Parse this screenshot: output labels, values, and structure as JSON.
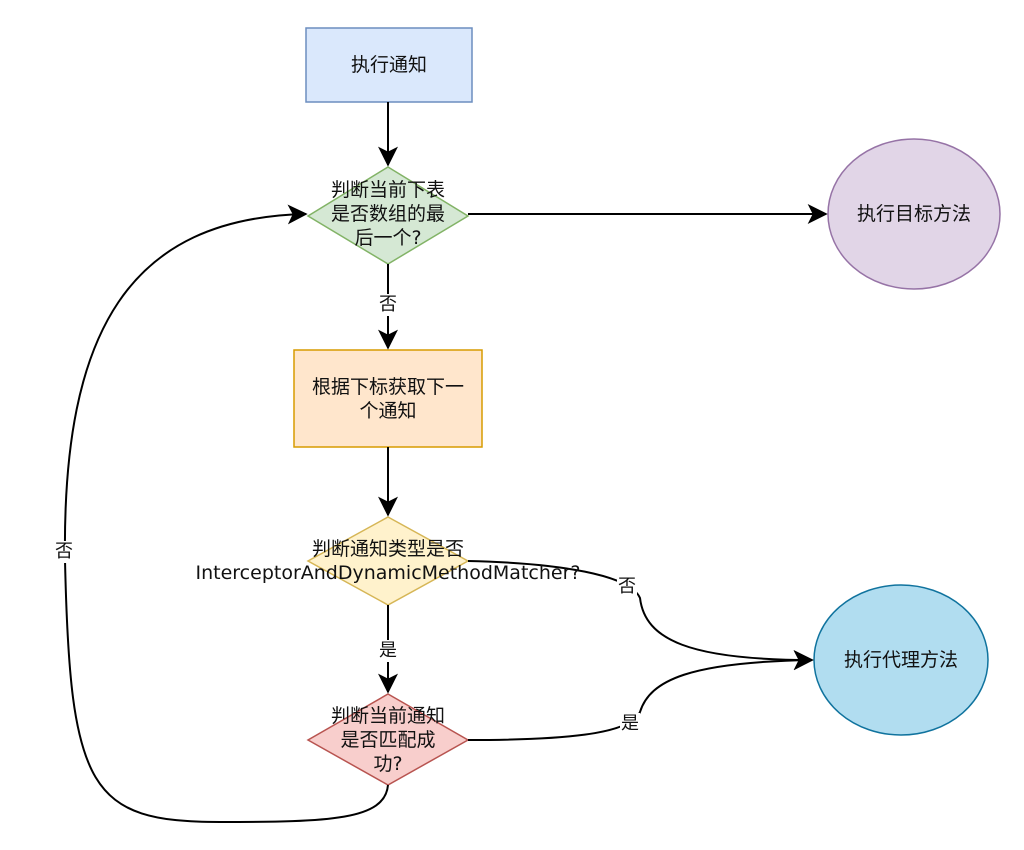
{
  "nodes": {
    "execute_advice": {
      "label": "执行通知",
      "shape": "rectangle",
      "fill": "#dae8fc",
      "stroke": "#6c8ebf"
    },
    "is_last_index": {
      "lines": [
        "判断当前下表",
        "是否数组的最",
        "后一个?"
      ],
      "shape": "diamond",
      "fill": "#d5e8d4",
      "stroke": "#82b366"
    },
    "execute_target_method": {
      "label": "执行目标方法",
      "shape": "ellipse",
      "fill": "#e1d5e7",
      "stroke": "#9673a6"
    },
    "get_next_advice": {
      "lines": [
        "根据下标获取下一",
        "个通知"
      ],
      "shape": "rectangle",
      "fill": "#ffe6cc",
      "stroke": "#d79b00"
    },
    "is_dynamic_matcher": {
      "lines": [
        "判断通知类型是否",
        "InterceptorAndDynamicMethodMatcher?"
      ],
      "shape": "diamond",
      "fill": "#fff2cc",
      "stroke": "#d6b656"
    },
    "is_match_success": {
      "lines": [
        "判断当前通知",
        "是否匹配成",
        "功?"
      ],
      "shape": "diamond",
      "fill": "#f8cecc",
      "stroke": "#b85450"
    },
    "execute_proxy_method": {
      "label": "执行代理方法",
      "shape": "ellipse",
      "fill": "#b1ddf0",
      "stroke": "#10739e"
    }
  },
  "edges": [
    {
      "from": "execute_advice",
      "to": "is_last_index",
      "label": ""
    },
    {
      "from": "is_last_index",
      "to": "execute_target_method",
      "label": ""
    },
    {
      "from": "is_last_index",
      "to": "get_next_advice",
      "label": "否"
    },
    {
      "from": "get_next_advice",
      "to": "is_dynamic_matcher",
      "label": ""
    },
    {
      "from": "is_dynamic_matcher",
      "to": "is_match_success",
      "label": "是"
    },
    {
      "from": "is_dynamic_matcher",
      "to": "execute_proxy_method",
      "label": "否"
    },
    {
      "from": "is_match_success",
      "to": "execute_proxy_method",
      "label": "是"
    },
    {
      "from": "is_match_success",
      "to": "is_last_index",
      "label": "否"
    }
  ],
  "edge_color": "#000000"
}
